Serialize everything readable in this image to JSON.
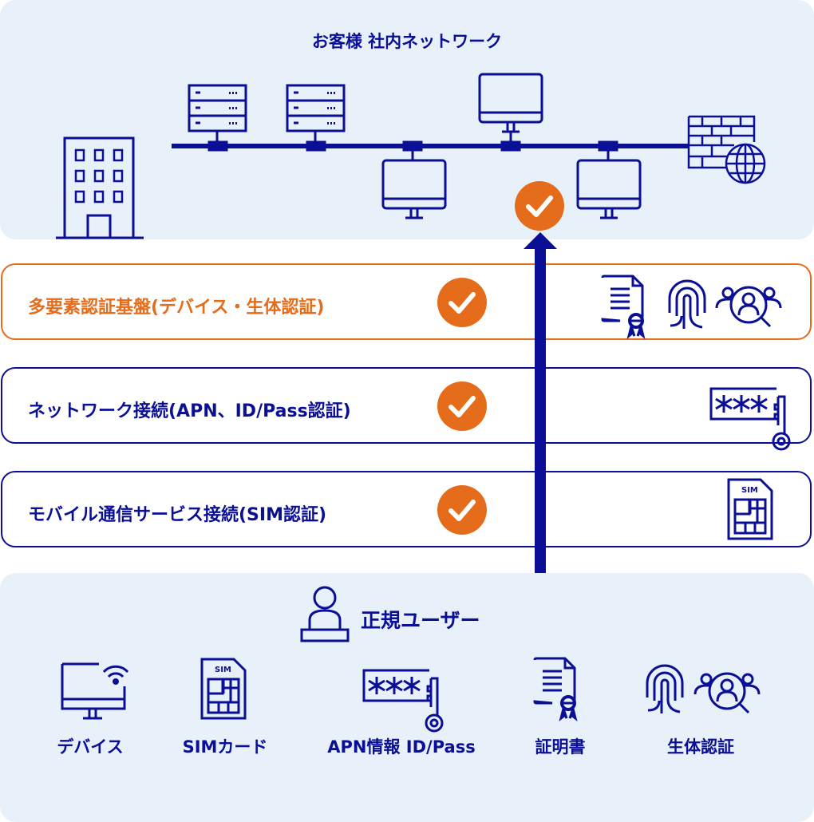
{
  "colors": {
    "navy": "#0a0f96",
    "orange": "#e46c1a",
    "panel": "#e8f0fa"
  },
  "network": {
    "title": "お客様 社内ネットワーク"
  },
  "layers": [
    {
      "label": "多要素認証基盤(デバイス・生体認証)",
      "icons": [
        "certificate-icon",
        "fingerprint-icon",
        "people-search-icon"
      ]
    },
    {
      "label": "ネットワーク接続(APN、ID/Pass認証)",
      "icons": [
        "password-key-icon"
      ]
    },
    {
      "label": "モバイル通信サービス接続(SIM認証)",
      "icons": [
        "sim-card-icon"
      ]
    }
  ],
  "user": {
    "title": "正規ユーザー",
    "sim_text": "SIM",
    "items": [
      {
        "label": "デバイス"
      },
      {
        "label": "SIMカード"
      },
      {
        "label": "APN情報 ID/Pass"
      },
      {
        "label": "証明書"
      },
      {
        "label": "生体認証"
      }
    ]
  }
}
